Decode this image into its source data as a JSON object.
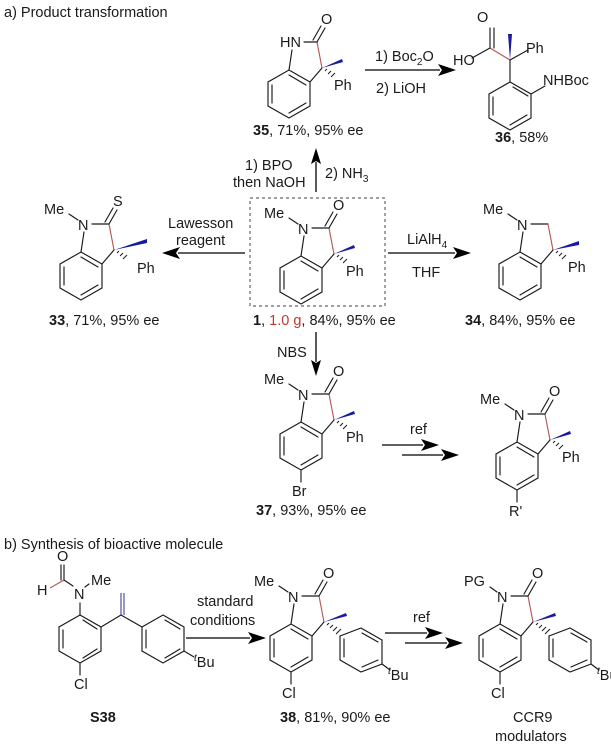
{
  "sections": {
    "a_title": "a) Product transformation",
    "b_title": "b) Synthesis of bioactive molecule"
  },
  "compounds": {
    "c1": {
      "id": "1",
      "mass": "1.0 g",
      "rest": ", 84%, 95% ee",
      "sep": ", "
    },
    "c33": {
      "id": "33",
      "rest": ", 71%, 95% ee"
    },
    "c34": {
      "id": "34",
      "rest": ", 84%, 95% ee"
    },
    "c35": {
      "id": "35",
      "rest": ", 71%, 95% ee"
    },
    "c36": {
      "id": "36",
      "rest": ", 58%"
    },
    "c37": {
      "id": "37",
      "rest": ", 93%, 95% ee"
    },
    "c38": {
      "id": "38",
      "rest": ", 81%, 90% ee"
    },
    "s38": {
      "id": "S38"
    },
    "ccr9": {
      "line1": "CCR9",
      "line2": "modulators"
    }
  },
  "reagents": {
    "to35_left_1": "1)  BPO",
    "to35_left_2": "then NaOH",
    "to35_right": "2) NH",
    "to35_right_sub": "3",
    "to36_1a": "1) Boc",
    "to36_1sub": "2",
    "to36_1b": "O",
    "to36_2": "2) LiOH",
    "to33_1": "Lawesson",
    "to33_2": "reagent",
    "to34_1": "LiAlH",
    "to34_1sub": "4",
    "to34_2": "THF",
    "to37": "NBS",
    "ref1": "ref",
    "std_1": "standard",
    "std_2": "conditions",
    "ref2": "ref"
  },
  "atoms": {
    "O": "O",
    "S": "S",
    "N": "N",
    "HN": "HN",
    "Me": "Me",
    "Ph": "Ph",
    "HO": "HO",
    "NHBoc": "NHBoc",
    "Br": "Br",
    "Rp": "R'",
    "Cl": "Cl",
    "H": "H",
    "PG": "PG",
    "tBu_t": "t",
    "tBu_Bu": "Bu"
  },
  "colors": {
    "highlight_red": "#c0392b",
    "wedge_blue": "#1a1aa0",
    "new_bond_red": "#b35a5a"
  }
}
